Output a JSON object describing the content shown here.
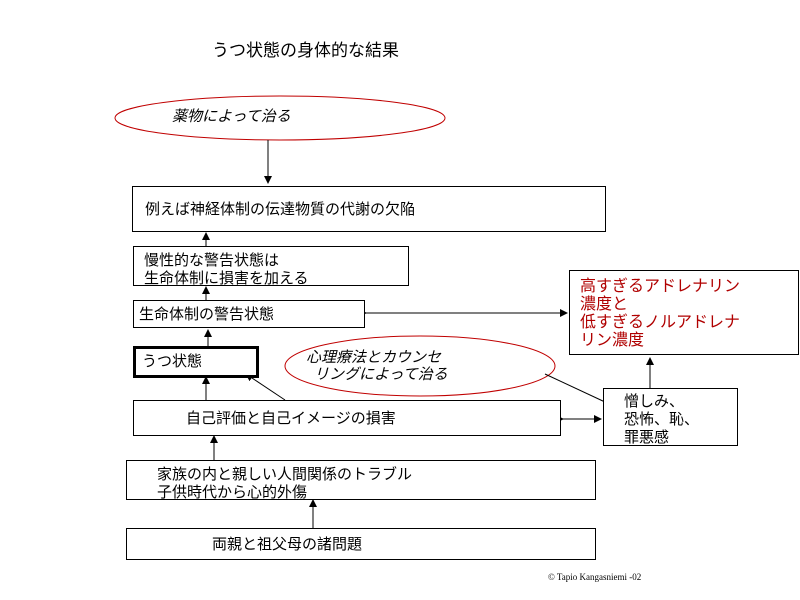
{
  "title": "うつ状態の身体的な結果",
  "ellipse_top": "薬物によって治る",
  "box_neuro": "例えば神経体制の伝達物質の代謝の欠陥",
  "box_chronic": [
    "慢性的な警告状態は",
    "生命体制に損害を加える"
  ],
  "box_alarm": "生命体制の警告状態",
  "box_depression": "うつ状態",
  "ellipse_mid": [
    "心理療法とカウンセ",
    "リングによって治る"
  ],
  "box_adrenaline": [
    "高すぎるアドレナリン",
    "濃度と",
    "低すぎるノルアドレナ",
    "リン濃度"
  ],
  "box_self": "自己評価と自己イメージの損害",
  "box_emotions": [
    "憎しみ、",
    "恐怖、恥、",
    "罪悪感"
  ],
  "box_family": [
    "家族の内と親しい人間関係のトラブル",
    "子供時代から心的外傷"
  ],
  "box_parents": "両親と祖父母の諸問題",
  "copyright": "© Tapio Kangasniemi -02",
  "colors": {
    "accent_red": "#b00000",
    "ellipse_border": "#c00000"
  }
}
